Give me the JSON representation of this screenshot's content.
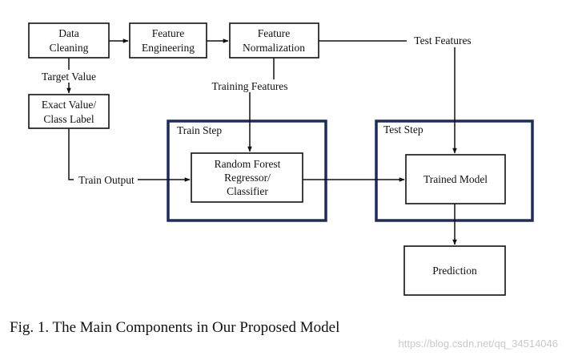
{
  "diagram": {
    "nodes": {
      "data_cleaning": [
        "Data",
        "Cleaning"
      ],
      "feature_engineering": [
        "Feature",
        "Engineering"
      ],
      "feature_normalization": [
        "Feature",
        "Normalization"
      ],
      "exact_value": [
        "Exact Value/",
        "Class Label"
      ],
      "random_forest": [
        "Random Forest",
        "Regressor/",
        "Classifier"
      ],
      "trained_model": [
        "Trained Model"
      ],
      "prediction": [
        "Prediction"
      ]
    },
    "groups": {
      "train_step": "Train Step",
      "test_step": "Test Step"
    },
    "edge_labels": {
      "target_value": "Target Value",
      "training_features": "Training Features",
      "test_features": "Test Features",
      "train_output": "Train Output"
    }
  },
  "caption": "Fig. 1.  The Main Components in Our Proposed Model",
  "watermark": "https://blog.csdn.net/qq_34514046"
}
